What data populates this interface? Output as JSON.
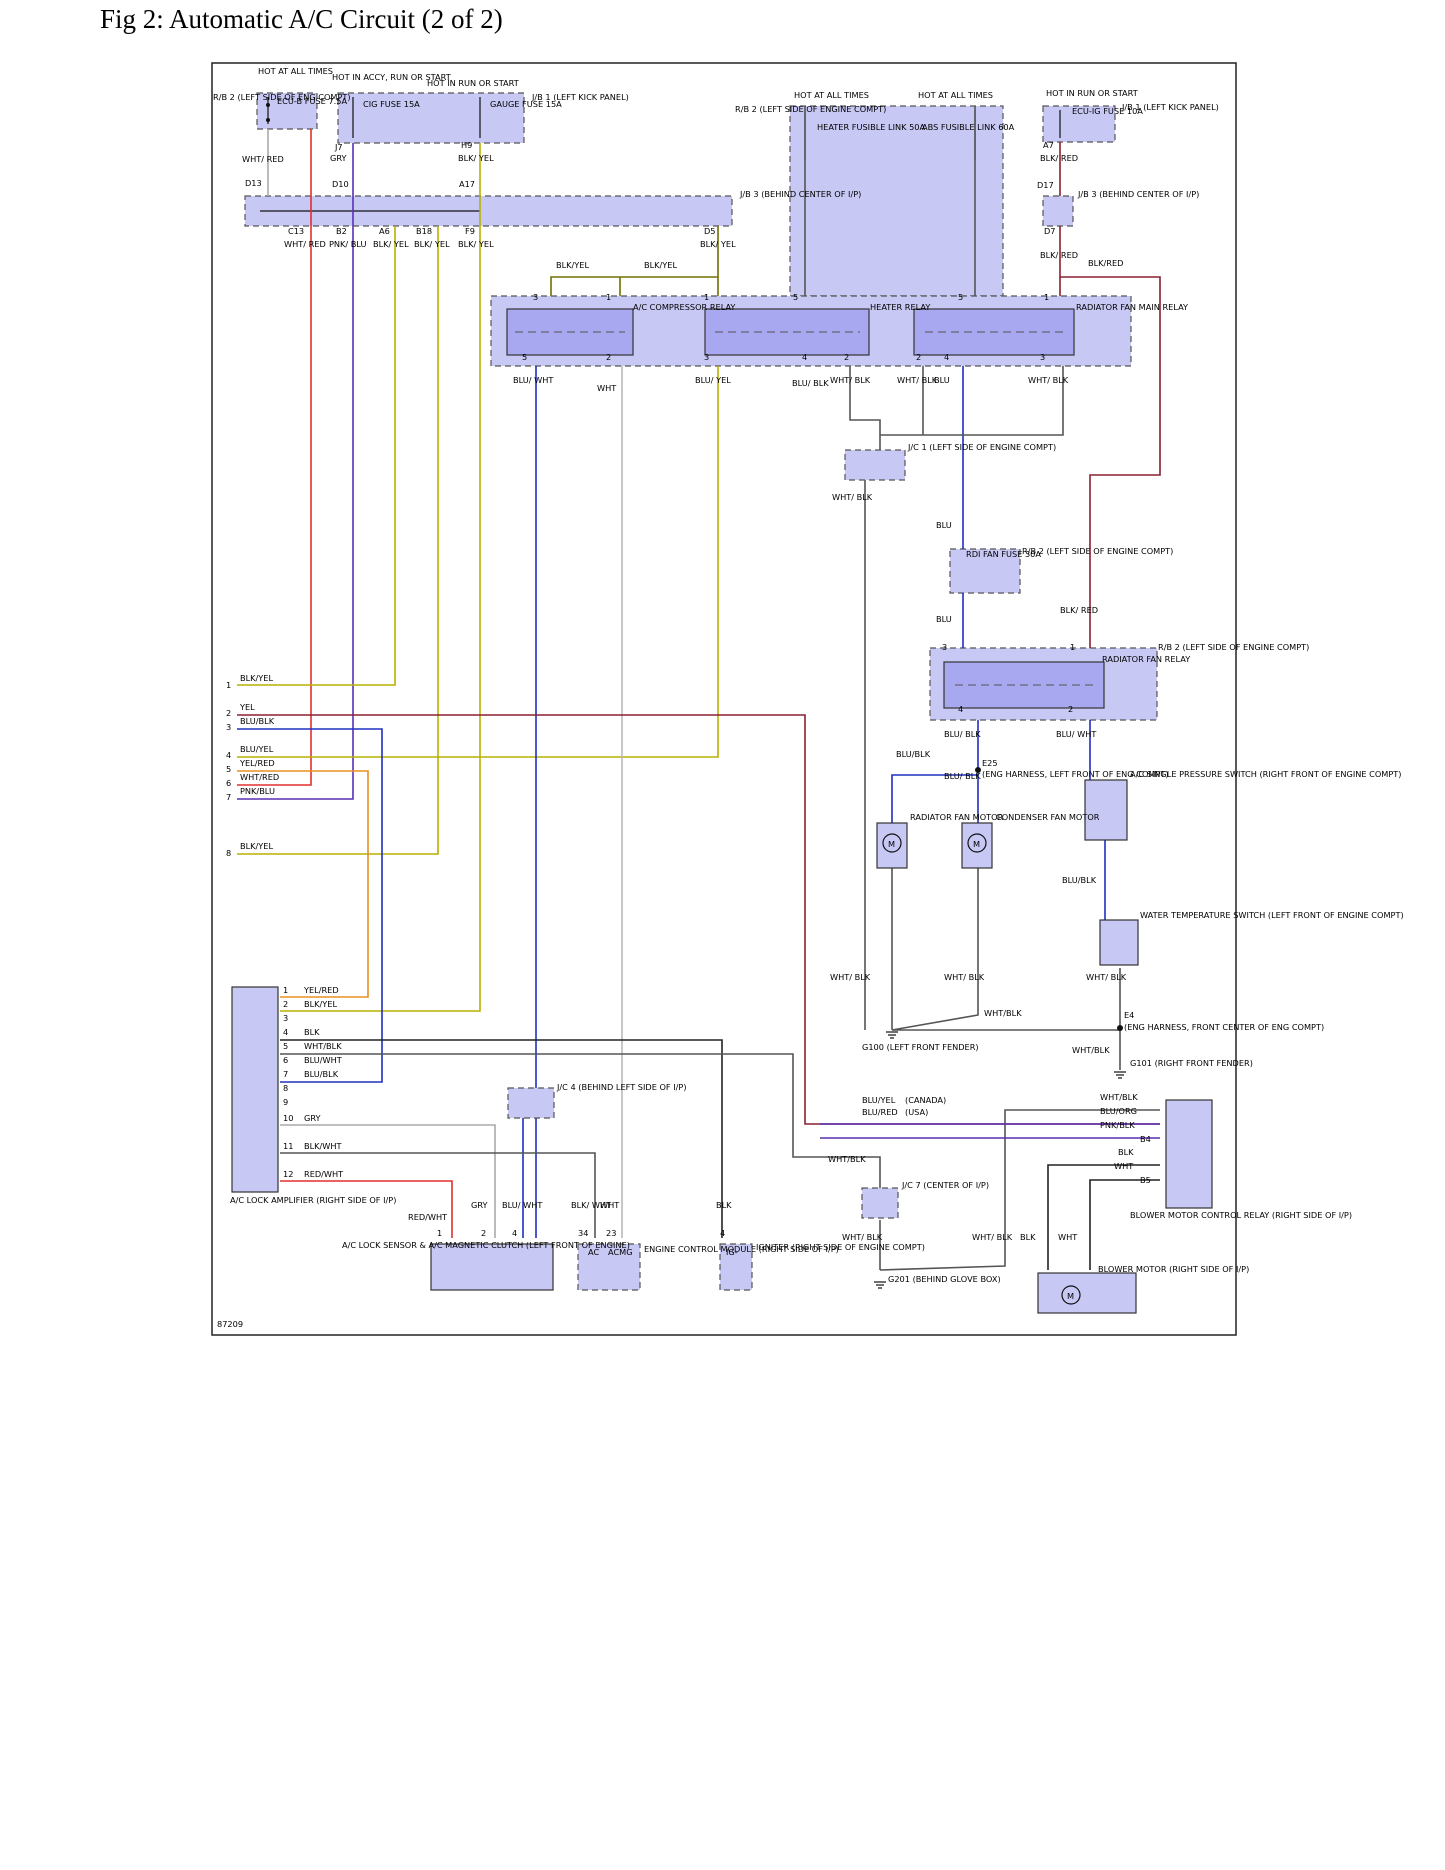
{
  "title": "Fig 2: Automatic A/C Circuit (2 of 2)",
  "figure_id": "87209",
  "supply": {
    "hot_at_all_times_a": "HOT AT ALL TIMES",
    "hot_in_accy": "HOT IN ACCY, RUN OR START",
    "hot_in_run": "HOT IN RUN OR START",
    "hot_at_all_times_b": "HOT AT ALL TIMES",
    "hot_at_all_times_c": "HOT AT ALL TIMES",
    "hot_in_run_b": "HOT IN RUN OR START"
  },
  "fuses": {
    "rb2_left": "R/B 2 (LEFT SIDE OF ENG COMPT)",
    "ecu_b": "ECU-B FUSE 7.5A",
    "cig": "CIG FUSE 15A",
    "gauge": "GAUGE FUSE 15A",
    "jb1_a": "J/B 1 (LEFT KICK PANEL)",
    "rb2_engine": "R/B 2 (LEFT SIDE OF ENGINE COMPT)",
    "heater_link": "HEATER FUSIBLE LINK 50A",
    "abs_link": "ABS FUSIBLE LINK 60A",
    "ecu_ig": "ECU-IG FUSE 10A",
    "jb1_b": "J/B 1 (LEFT KICK PANEL)",
    "rdi_fan": "RDI FAN FUSE 30A",
    "rb2_rdi": "R/B 2 (LEFT SIDE OF ENGINE COMPT)"
  },
  "junctions": {
    "jb3_a": "J/B 3 (BEHIND CENTER OF I/P)",
    "jb3_b": "J/B 3 (BEHIND CENTER OF I/P)",
    "jc1": "J/C 1 (LEFT SIDE OF ENGINE COMPT)",
    "jc4": "J/C 4 (BEHIND LEFT SIDE OF I/P)",
    "jc7": "J/C 7 (CENTER OF I/P)"
  },
  "connectors": {
    "j7": "J7",
    "h9": "H9",
    "d13": "D13",
    "d10": "D10",
    "a17": "A17",
    "a7": "A7",
    "d17": "D17",
    "d7": "D7",
    "c13": "C13",
    "b2": "B2",
    "a6": "A6",
    "b18": "B18",
    "f9": "F9",
    "d5": "D5",
    "e25": "E25",
    "e4": "E4",
    "b4": "B4",
    "b5": "B5"
  },
  "relays": {
    "ac_comp": "A/C COMPRESSOR RELAY",
    "heater": "HEATER RELAY",
    "rad_main": "RADIATOR FAN MAIN RELAY",
    "rad_fan": "RADIATOR FAN RELAY"
  },
  "pins": {
    "p1": "1",
    "p2": "2",
    "p3": "3",
    "p4": "4",
    "p5": "5",
    "p6": "6",
    "p7": "7",
    "p8": "8",
    "p9": "9",
    "p10": "10",
    "p11": "11",
    "p12": "12",
    "p23": "23",
    "p34": "34"
  },
  "wires": {
    "wht_red": "WHT/ RED",
    "gry": "GRY",
    "blk_yel": "BLK/ YEL",
    "blk_red": "BLK/ RED",
    "pnk_blu": "PNK/ BLU",
    "blu_wht": "BLU/ WHT",
    "blu_yel": "BLU/ YEL",
    "blu_blk": "BLU/ BLK",
    "wht_blk": "WHT/ BLK",
    "blu": "BLU",
    "wht": "WHT",
    "blk": "BLK",
    "red_wht": "RED/WHT",
    "blk_wht": "BLK/ WHT",
    "yel": "YEL",
    "blu_blk_s": "BLU/BLK",
    "blu_yel_s": "BLU/YEL",
    "yel_red": "YEL/RED",
    "wht_red_s": "WHT/RED",
    "pnk_blu_s": "PNK/BLU",
    "blk_yel_s": "BLK/YEL",
    "blk_red_s": "BLK/RED",
    "wht_blk_s": "WHT/BLK",
    "blu_wht_s": "BLU/WHT",
    "blk_wht_s": "BLK/WHT",
    "blu_red_s": "BLU/RED",
    "blu_org_s": "BLU/ORG",
    "pnk_blk_s": "PNK/BLK"
  },
  "components": {
    "rad_motor": "RADIATOR FAN MOTOR",
    "cond_motor": "CONDENSER FAN MOTOR",
    "pressure_sw": "A/C SINGLE PRESSURE SWITCH (RIGHT FRONT OF ENGINE COMPT)",
    "e25_loc": "(ENG HARNESS, LEFT FRONT OF ENG COMPT)",
    "water_temp": "WATER TEMPERATURE SWITCH (LEFT FRONT OF ENGINE COMPT)",
    "e4_loc": "(ENG HARNESS, FRONT CENTER OF ENG COMPT)",
    "g100": "G100 (LEFT FRONT FENDER)",
    "g101": "G101 (RIGHT FRONT FENDER)",
    "g201": "G201 (BEHIND GLOVE BOX)",
    "canada": "(CANADA)",
    "usa": "(USA)",
    "ac_lock_amp": "A/C LOCK AMPLIFIER (RIGHT SIDE OF I/P)",
    "lock_sensor": "A/C LOCK SENSOR & A/C MAGNETIC CLUTCH (LEFT FRONT OF ENGINE)",
    "ecm": "ENGINE CONTROL MODULE (RIGHT SIDE OF I/P)",
    "ecm_ac": "AC",
    "ecm_acmg": "ACMG",
    "igniter": "IGNITER (RIGHT SIDE OF ENGINE COMPT)",
    "igniter_pin": "IG-",
    "blower_relay": "BLOWER MOTOR CONTROL RELAY (RIGHT SIDE OF I/P)",
    "blower_motor": "BLOWER MOTOR (RIGHT SIDE OF I/P)",
    "motor_m": "M"
  },
  "colors": {
    "red": "#e03030",
    "purple": "#5a2fb3",
    "yellow": "#b8b000",
    "orange": "#e89020",
    "blue": "#2030c0",
    "gray": "#888888",
    "maroon": "#8a2030",
    "olive": "#707000"
  }
}
